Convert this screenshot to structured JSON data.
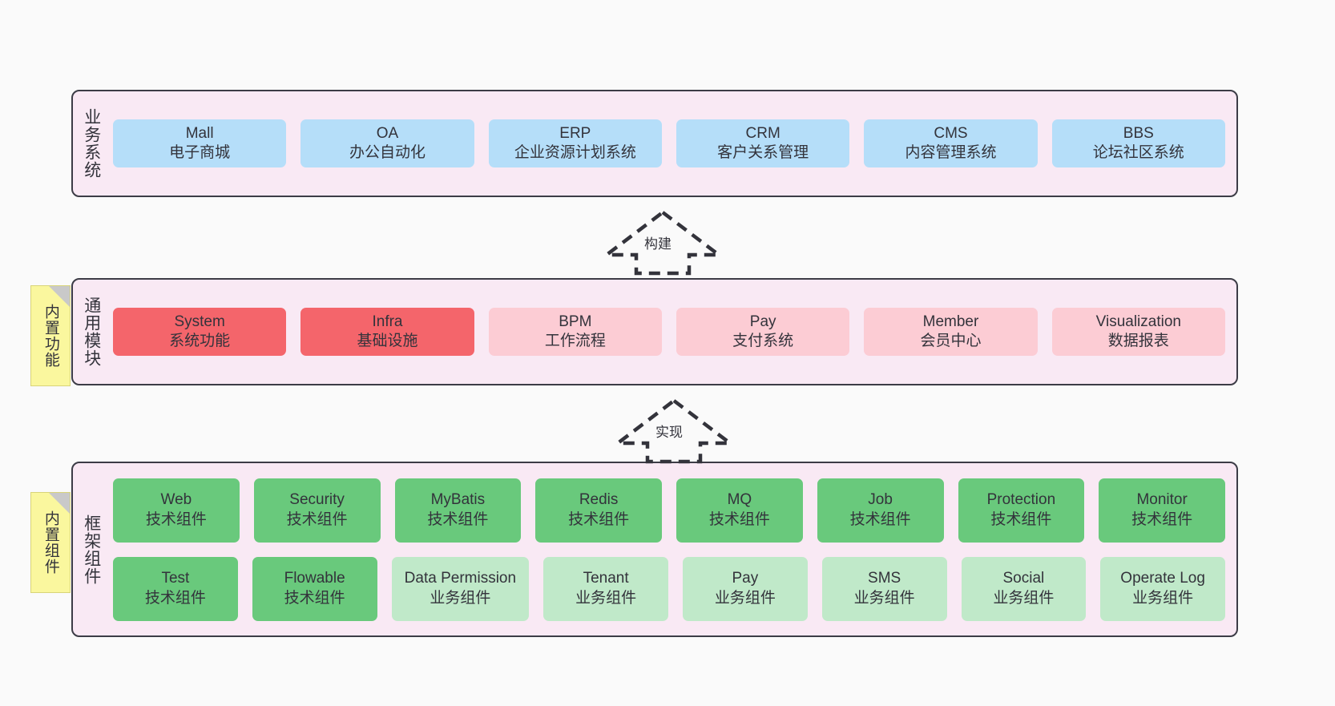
{
  "layers": [
    {
      "id": "business-systems",
      "title": "业务系统",
      "rows": [
        [
          {
            "name": "Mall",
            "sub": "电子商城",
            "color": "c-blue"
          },
          {
            "name": "OA",
            "sub": "办公自动化",
            "color": "c-blue"
          },
          {
            "name": "ERP",
            "sub": "企业资源计划系统",
            "color": "c-blue"
          },
          {
            "name": "CRM",
            "sub": "客户关系管理",
            "color": "c-blue"
          },
          {
            "name": "CMS",
            "sub": "内容管理系统",
            "color": "c-blue"
          },
          {
            "name": "BBS",
            "sub": "论坛社区系统",
            "color": "c-blue"
          }
        ]
      ]
    },
    {
      "id": "common-modules",
      "title": "通用模块",
      "note": "内置功能",
      "rows": [
        [
          {
            "name": "System",
            "sub": "系统功能",
            "color": "c-red-strong"
          },
          {
            "name": "Infra",
            "sub": "基础设施",
            "color": "c-red-strong"
          },
          {
            "name": "BPM",
            "sub": "工作流程",
            "color": "c-red-light"
          },
          {
            "name": "Pay",
            "sub": "支付系统",
            "color": "c-red-light"
          },
          {
            "name": "Member",
            "sub": "会员中心",
            "color": "c-red-light"
          },
          {
            "name": "Visualization",
            "sub": "数据报表",
            "color": "c-red-light"
          }
        ]
      ]
    },
    {
      "id": "framework-components",
      "title": "框架组件",
      "note": "内置组件",
      "rows": [
        [
          {
            "name": "Web",
            "sub": "技术组件",
            "color": "c-green-strong"
          },
          {
            "name": "Security",
            "sub": "技术组件",
            "color": "c-green-strong"
          },
          {
            "name": "MyBatis",
            "sub": "技术组件",
            "color": "c-green-strong"
          },
          {
            "name": "Redis",
            "sub": "技术组件",
            "color": "c-green-strong"
          },
          {
            "name": "MQ",
            "sub": "技术组件",
            "color": "c-green-strong"
          },
          {
            "name": "Job",
            "sub": "技术组件",
            "color": "c-green-strong"
          },
          {
            "name": "Protection",
            "sub": "技术组件",
            "color": "c-green-strong"
          },
          {
            "name": "Monitor",
            "sub": "技术组件",
            "color": "c-green-strong"
          }
        ],
        [
          {
            "name": "Test",
            "sub": "技术组件",
            "color": "c-green-strong"
          },
          {
            "name": "Flowable",
            "sub": "技术组件",
            "color": "c-green-strong"
          },
          {
            "name": "Data Permission",
            "sub": "业务组件",
            "color": "c-green-light"
          },
          {
            "name": "Tenant",
            "sub": "业务组件",
            "color": "c-green-light"
          },
          {
            "name": "Pay",
            "sub": "业务组件",
            "color": "c-green-light"
          },
          {
            "name": "SMS",
            "sub": "业务组件",
            "color": "c-green-light"
          },
          {
            "name": "Social",
            "sub": "业务组件",
            "color": "c-green-light"
          },
          {
            "name": "Operate Log",
            "sub": "业务组件",
            "color": "c-green-light"
          }
        ]
      ]
    }
  ],
  "arrows": [
    {
      "id": "build-arrow",
      "label": "构建"
    },
    {
      "id": "implement-arrow",
      "label": "实现"
    }
  ],
  "colors": {
    "panel_bg": "#f9e9f4",
    "panel_border": "#3c3c46",
    "blue": "#b5def9",
    "red_strong": "#f4656b",
    "red_light": "#fcccd4",
    "green_strong": "#69c97c",
    "green_light": "#c0e9c9",
    "note_bg": "#faf79e",
    "page_bg": "#fafafa",
    "text": "#33333b"
  }
}
